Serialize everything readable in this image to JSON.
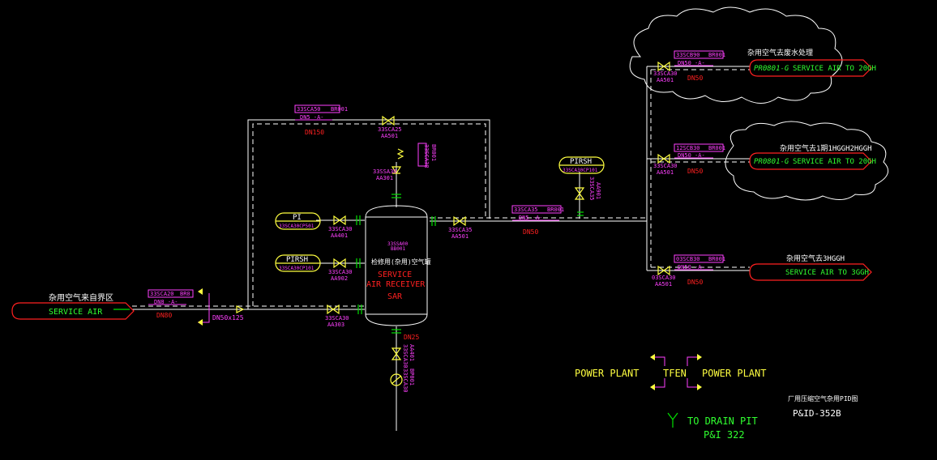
{
  "inlet": {
    "title": "杂用空气来自界区",
    "label": "SERVICE AIR",
    "line_tag": "33SCA20",
    "line_suffix": "BR0",
    "line_spec": "DN8 -A-",
    "size": "DN80",
    "reducer": "DN50x125"
  },
  "bypass": {
    "line_tag": "33SCA50",
    "line_suffix": "BR001",
    "line_spec": "DN5 -A-",
    "size": "DN150",
    "valve_tag": "33SCA25",
    "valve_sub": "AA501"
  },
  "receiver": {
    "tag": "33SSA00",
    "tag2": "BB001",
    "cn_label": "检修用(杂用)空气罐",
    "name1": "SERVICE",
    "name2": "AIR RECEIVER",
    "name3": "SAR",
    "drain_size": "DN25"
  },
  "relief": {
    "tag": "33SSA30",
    "sub": "AA301",
    "vent": "33SCA38",
    "vent2": "BR001"
  },
  "instruments": {
    "pi_label": "PI",
    "pi_tag": "33SCA30CP501",
    "pi_valve": "33SCA30",
    "pi_valve_sub": "AA401",
    "pirsh_label": "PIRSH",
    "pirsh_tag": "33SCA30CP101",
    "pirsh_valve": "33SCA30",
    "pirsh_valve_sub": "AA902",
    "pirsh2_label": "PIRSH",
    "pirsh2_tag": "33SCA30CP101",
    "pirsh2_valve": "33SCA35",
    "pirsh2_valve_sub": "AA901"
  },
  "inlet_valve": {
    "tag": "33SCA30",
    "sub": "AA303"
  },
  "outlet": {
    "valve_tag": "33SCA35",
    "valve_sub": "AA501",
    "line_tag": "33SCA35",
    "line_suffix": "BR001",
    "line_spec": "DN5 -A-",
    "size": "DN50"
  },
  "drain": {
    "valve": "33SCA30",
    "valve_sub": "AA401",
    "trap": "33SCA30",
    "trap_sub": "BP001"
  },
  "branches": [
    {
      "cloud_title": "杂用空气去废水处理",
      "line_tag": "33SCB90",
      "line_suffix": "BR001",
      "line_spec": "DN50 -A-",
      "valve_tag": "33SCA30",
      "valve_sub": "AA501",
      "size": "DN50",
      "ref": "PR0801-G",
      "dest": "SERVICE AIR TO 20GH"
    },
    {
      "cloud_title": "杂用空气去1期1HGGH2HGGH",
      "line_tag": "12SCB30",
      "line_suffix": "BR001",
      "line_spec": "DN50 -A-",
      "valve_tag": "33SCA30",
      "valve_sub": "AA501",
      "size": "DN50",
      "ref": "PR0801-G",
      "dest": "SERVICE AIR TO 20GH"
    },
    {
      "cloud_title": "杂用空气去3HGGH",
      "line_tag": "03SCB30",
      "line_suffix": "BR001",
      "line_spec": "DN50 -A-",
      "valve_tag": "03SCA30",
      "valve_sub": "AA501",
      "size": "DN50",
      "ref": "",
      "dest": "SERVICE AIR TO 3GGH"
    }
  ],
  "legend": {
    "left": "POWER PLANT",
    "middle": "TFEN",
    "right": "POWER PLANT",
    "drain": "TO DRAIN PIT",
    "drain_ref": "P&I 322"
  },
  "title_block": {
    "cn": "厂用压缩空气杂用PID图",
    "number": "P&ID-352B"
  },
  "colors": {
    "background": "#000000",
    "pipe": "#ffffff",
    "tag": "#ff40ff",
    "size": "#ff2020",
    "instrument": "#ffff40",
    "fitting": "#00e000"
  }
}
